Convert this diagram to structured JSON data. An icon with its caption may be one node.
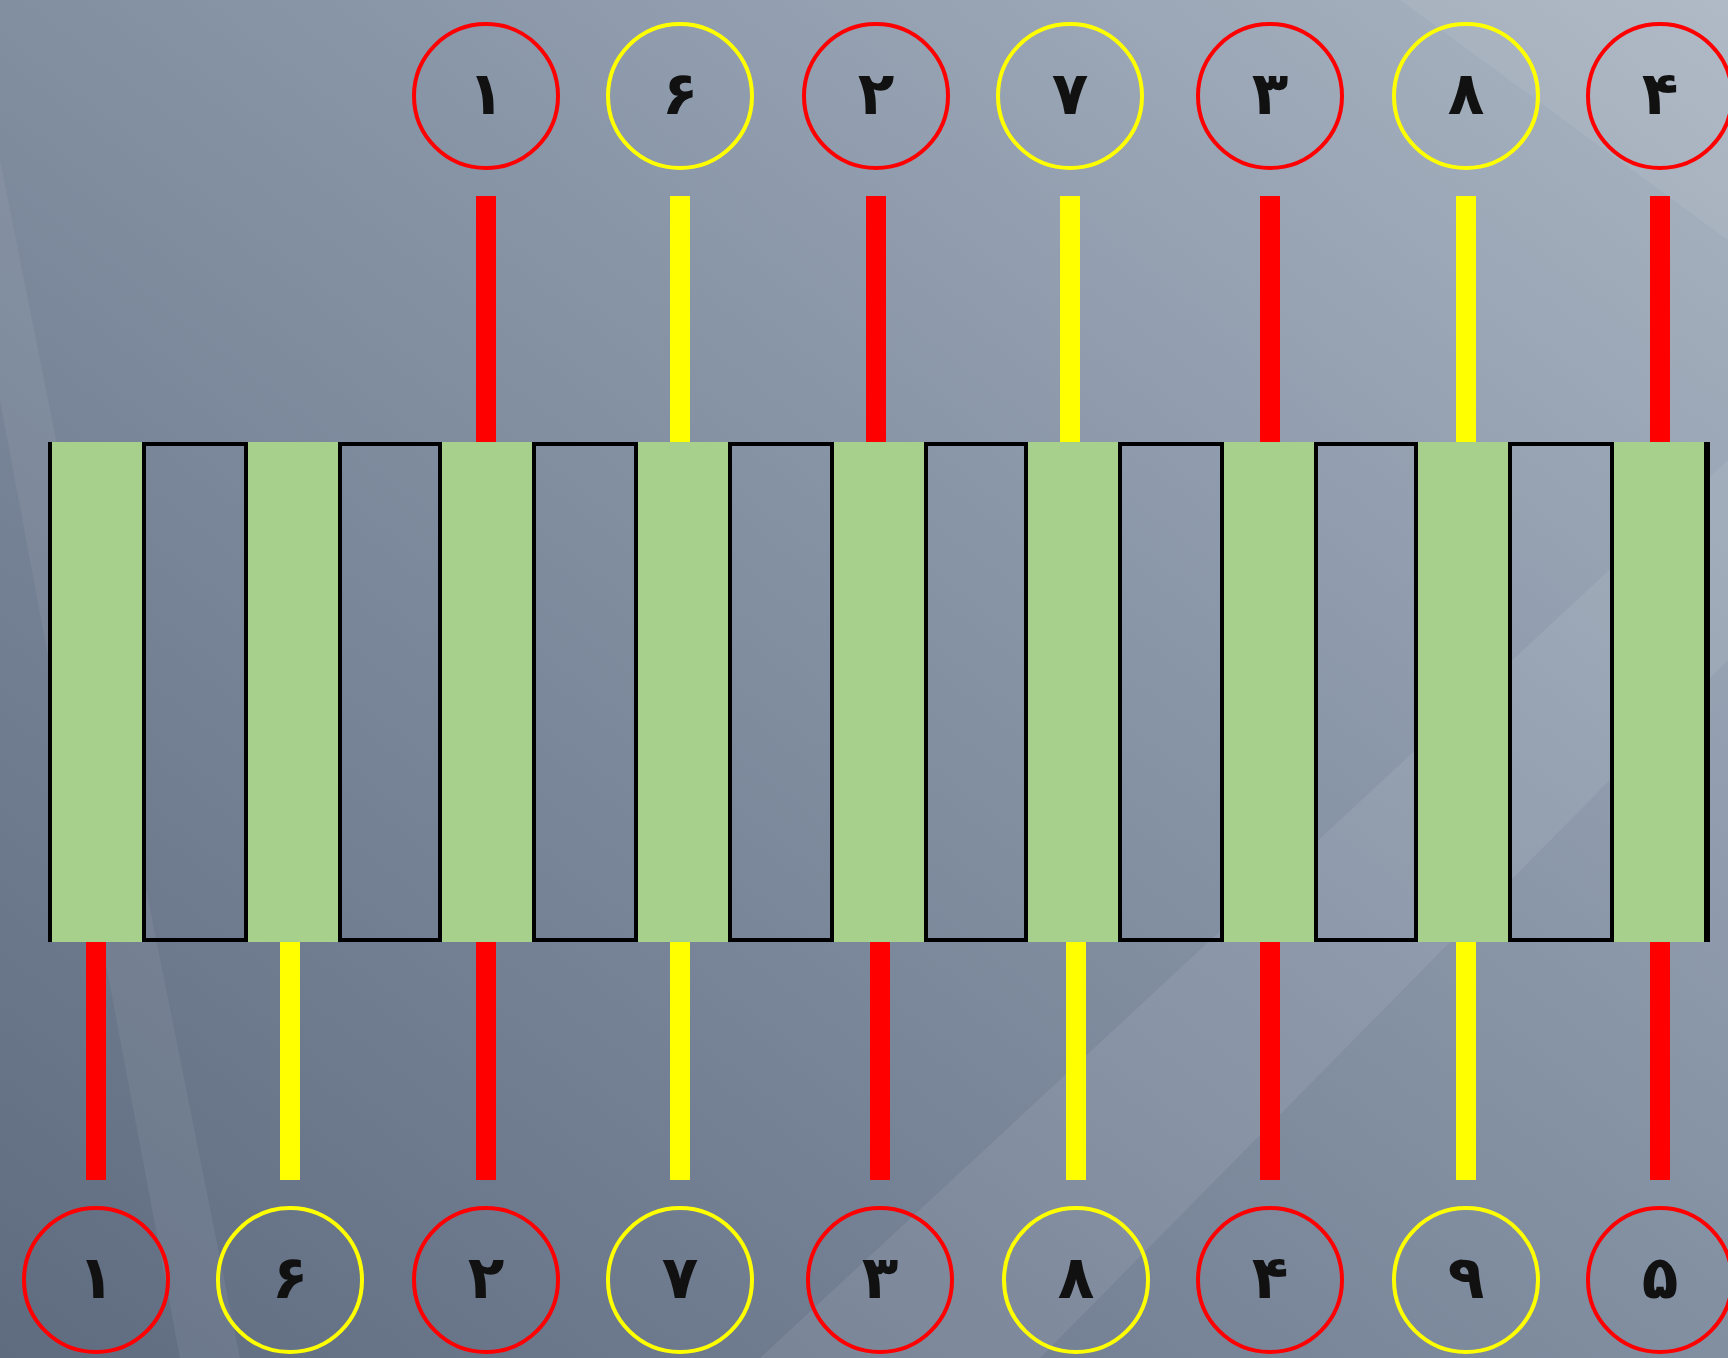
{
  "diagram": {
    "nodes": [
      {
        "text": [
          "۱"
        ]
      },
      {
        "text": [
          "۶"
        ]
      },
      {
        "text": [
          "۲"
        ]
      },
      {
        "text": [
          "۷"
        ]
      },
      {
        "text": [
          "۳"
        ]
      },
      {
        "text": [
          "۸"
        ]
      },
      {
        "text": [
          "۴"
        ]
      },
      {
        "text": [],
        "shape": "box"
      },
      {
        "text": [],
        "shape": "bar",
        "in": 7
      },
      {
        "text": [],
        "shape": "bar",
        "in": 7
      },
      {
        "text": [],
        "shape": "bar",
        "in": 7
      },
      {
        "text": [],
        "shape": "bar",
        "in": 7
      },
      {
        "text": [],
        "shape": "bar",
        "in": 7
      },
      {
        "text": [],
        "shape": "bar",
        "in": 7
      },
      {
        "text": [],
        "shape": "bar",
        "in": 7
      },
      {
        "text": [],
        "shape": "bar",
        "in": 7
      },
      {
        "text": [],
        "shape": "bar",
        "in": 7
      },
      {
        "text": [
          "۱"
        ]
      },
      {
        "text": [
          "۶"
        ]
      },
      {
        "text": [
          "۲"
        ]
      },
      {
        "text": [
          "۷"
        ]
      },
      {
        "text": [
          "۳"
        ]
      },
      {
        "text": [
          "۸"
        ]
      },
      {
        "text": [
          "۴"
        ]
      },
      {
        "text": [
          "۹"
        ]
      },
      {
        "text": [
          "۵"
        ]
      }
    ],
    "edges": [
      {
        "from": 0,
        "to": 10,
        "arrow": "none"
      },
      {
        "from": 1,
        "to": 11,
        "arrow": "none",
        "color": "#ffff00"
      },
      {
        "from": 2,
        "to": 12,
        "arrow": "none"
      },
      {
        "from": 3,
        "to": 13,
        "arrow": "none",
        "color": "#ffff00"
      },
      {
        "from": 4,
        "to": 14,
        "arrow": "none"
      },
      {
        "from": 5,
        "to": 15,
        "arrow": "none",
        "color": "#ffff00"
      },
      {
        "from": 6,
        "to": 16,
        "arrow": "none"
      },
      {
        "from": 17,
        "to": 8,
        "arrow": "none"
      },
      {
        "from": 18,
        "to": 9,
        "arrow": "none",
        "color": "#ffff00"
      },
      {
        "from": 19,
        "to": 10,
        "arrow": "none"
      },
      {
        "from": 20,
        "to": 11,
        "arrow": "none",
        "color": "#ffff00"
      },
      {
        "from": 21,
        "to": 12,
        "arrow": "none"
      },
      {
        "from": 22,
        "to": 13,
        "arrow": "none",
        "color": "#ffff00"
      },
      {
        "from": 23,
        "to": 14,
        "arrow": "none"
      },
      {
        "from": 24,
        "to": 15,
        "arrow": "none",
        "color": "#ffff00"
      },
      {
        "from": 25,
        "to": 16,
        "arrow": "none"
      }
    ]
  }
}
